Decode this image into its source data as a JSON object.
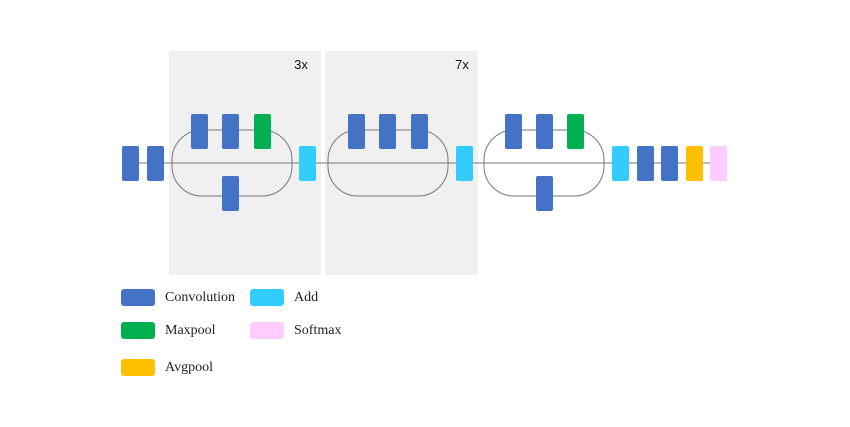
{
  "colors": {
    "conv": "#4472C4",
    "maxpool": "#00B050",
    "avgpool": "#FFC000",
    "add": "#33CCFF",
    "softmax": "#FFCCFF",
    "panel": "#F0F0F0",
    "line": "#777777"
  },
  "repeat_labels": [
    "3x",
    "7x"
  ],
  "legend": [
    {
      "label": "Convolution",
      "type": "conv"
    },
    {
      "label": "Add",
      "type": "add"
    },
    {
      "label": "Maxpool",
      "type": "maxpool"
    },
    {
      "label": "Softmax",
      "type": "softmax"
    },
    {
      "label": "Avgpool",
      "type": "avgpool"
    }
  ]
}
